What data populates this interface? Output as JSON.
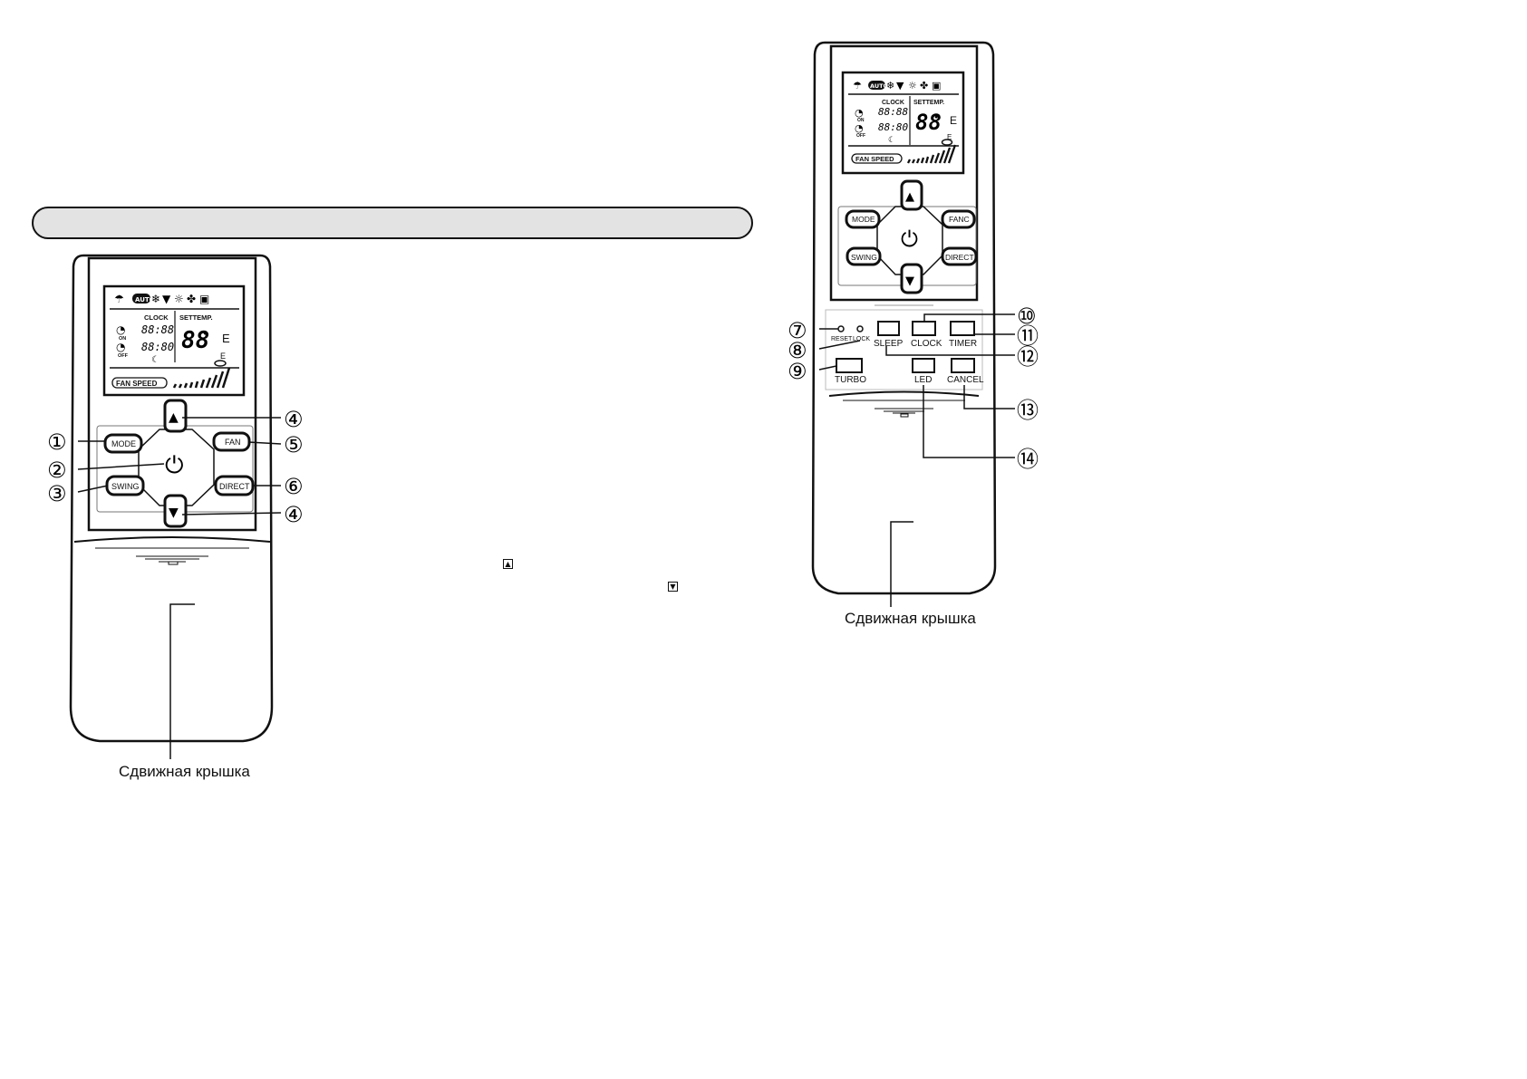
{
  "section_bar": {
    "text": ""
  },
  "left_remote": {
    "lcd": {
      "auto_badge": "AUTO",
      "clock_label": "CLOCK",
      "settemp_label": "SETTEMP.",
      "timer_on_value": "88:88",
      "timer_off_value": "88:80",
      "on_label": "ON",
      "off_label": "OFF",
      "temp_value": "88",
      "degree_unit": "E",
      "small_unit": "E",
      "fan_speed_label": "FAN SPEED"
    },
    "buttons": {
      "mode": "MODE",
      "fan": "FAN",
      "swing": "SWING",
      "direct": "DIRECT"
    },
    "callouts": [
      "①",
      "②",
      "③",
      "④",
      "⑤",
      "⑥",
      "④"
    ],
    "caption": "Сдвижная крышка"
  },
  "right_remote": {
    "lcd": {
      "auto_badge": "AUTO",
      "clock_label": "CLOCK",
      "settemp_label": "SETTEMP.",
      "timer_on_value": "88:88",
      "timer_off_value": "88:80",
      "on_label": "ON",
      "off_label": "OFF",
      "temp_value": "88",
      "degree_unit": "E",
      "small_unit": "E",
      "fan_speed_label": "FAN SPEED"
    },
    "buttons": {
      "mode": "MODE",
      "fanc": "FANC",
      "swing": "SWING",
      "direct": "DIRECT",
      "reset": "RESET",
      "lock": "LOCK",
      "sleep": "SLEEP",
      "clock": "CLOCK",
      "timer": "TIMER",
      "turbo": "TURBO",
      "led": "LED",
      "cancel": "CANCEL"
    },
    "callouts": [
      "⑦",
      "⑧",
      "⑨",
      "⑩",
      "⑪",
      "⑫",
      "⑬",
      "⑭"
    ],
    "caption": "Сдвижная крышка"
  },
  "inline_icons": {
    "up": "▲",
    "down": "▼"
  }
}
